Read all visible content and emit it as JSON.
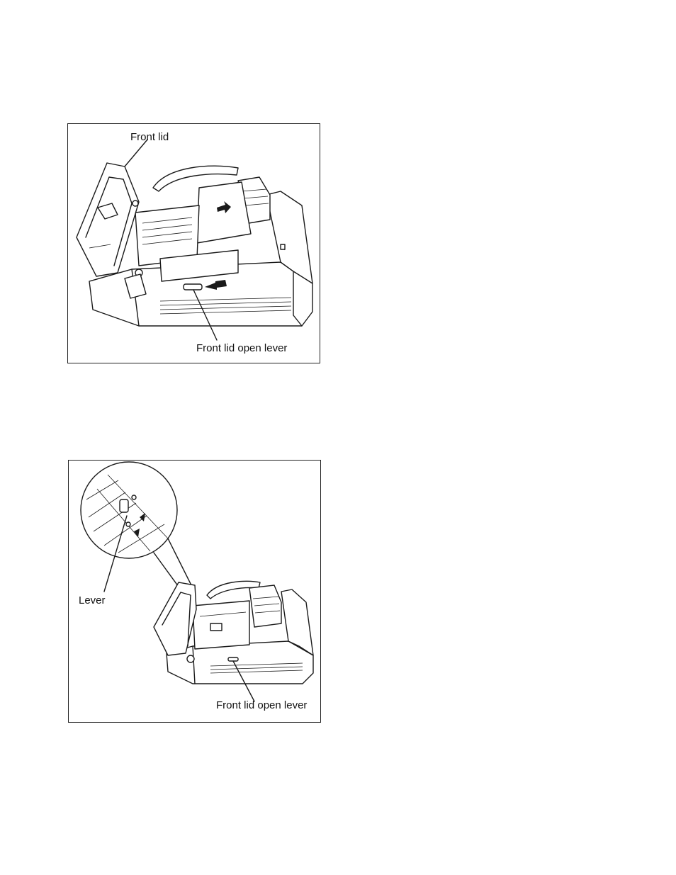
{
  "figures": [
    {
      "labels": {
        "top": "Front lid",
        "bottom": "Front lid open lever"
      },
      "icons": [
        "fax-machine-front-lid-open-illustration",
        "arrow-right-icon",
        "arrow-left-icon"
      ]
    },
    {
      "labels": {
        "left": "Lever",
        "bottom": "Front lid open lever"
      },
      "icons": [
        "fax-machine-detail-magnifier-illustration",
        "double-arrow-icon"
      ]
    }
  ]
}
